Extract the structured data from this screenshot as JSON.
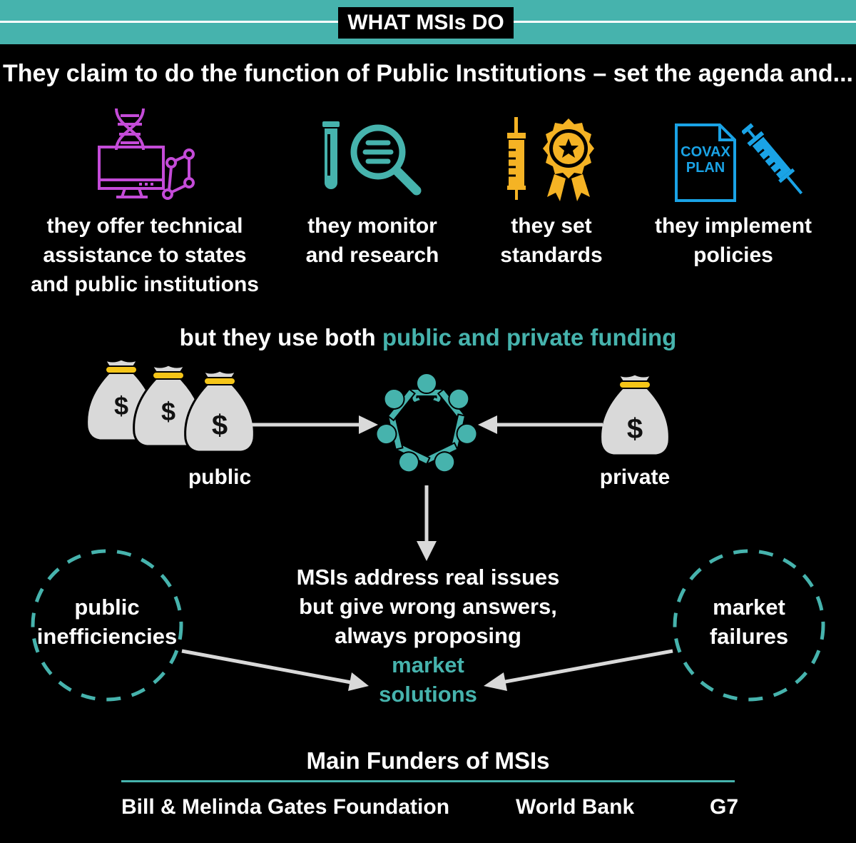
{
  "header": {
    "title": "WHAT MSIs DO"
  },
  "headline": "They claim to do the function of Public Institutions – set the agenda and...",
  "functions": [
    {
      "line1": "they offer technical",
      "line2": "assistance to states",
      "line3": "and public institutions",
      "icon": "dna-computer-icon"
    },
    {
      "line1": "they monitor",
      "line2": "and research",
      "icon": "test-tube-magnifier-icon"
    },
    {
      "line1": "they set",
      "line2": "standards",
      "icon": "syringe-award-icon"
    },
    {
      "line1": "they implement",
      "line2": "policies",
      "icon": "covax-plan-document-icon"
    }
  ],
  "covax_doc": {
    "line1": "COVAX",
    "line2": "PLAN"
  },
  "funding": {
    "prefix": "but they use both ",
    "highlight": "public and private funding"
  },
  "sources": {
    "public": "public",
    "private": "private"
  },
  "money_symbol": "$",
  "msi_statement": {
    "line1": "MSIs address real issues",
    "line2": "but give wrong answers,",
    "line3": "always proposing",
    "highlight1": "market",
    "highlight2": "solutions"
  },
  "left_circle": {
    "line1": "public",
    "line2": "inefficiencies"
  },
  "right_circle": {
    "line1": "market",
    "line2": "failures"
  },
  "funders": {
    "title": "Main Funders of MSIs",
    "items": [
      "Bill & Melinda Gates Foundation",
      "World Bank",
      "G7"
    ]
  },
  "colors": {
    "teal": "#46b3ad",
    "magenta": "#c44bd8",
    "yellow": "#f5b324",
    "blue": "#1aa3e6",
    "grey": "#d9d9d9"
  }
}
